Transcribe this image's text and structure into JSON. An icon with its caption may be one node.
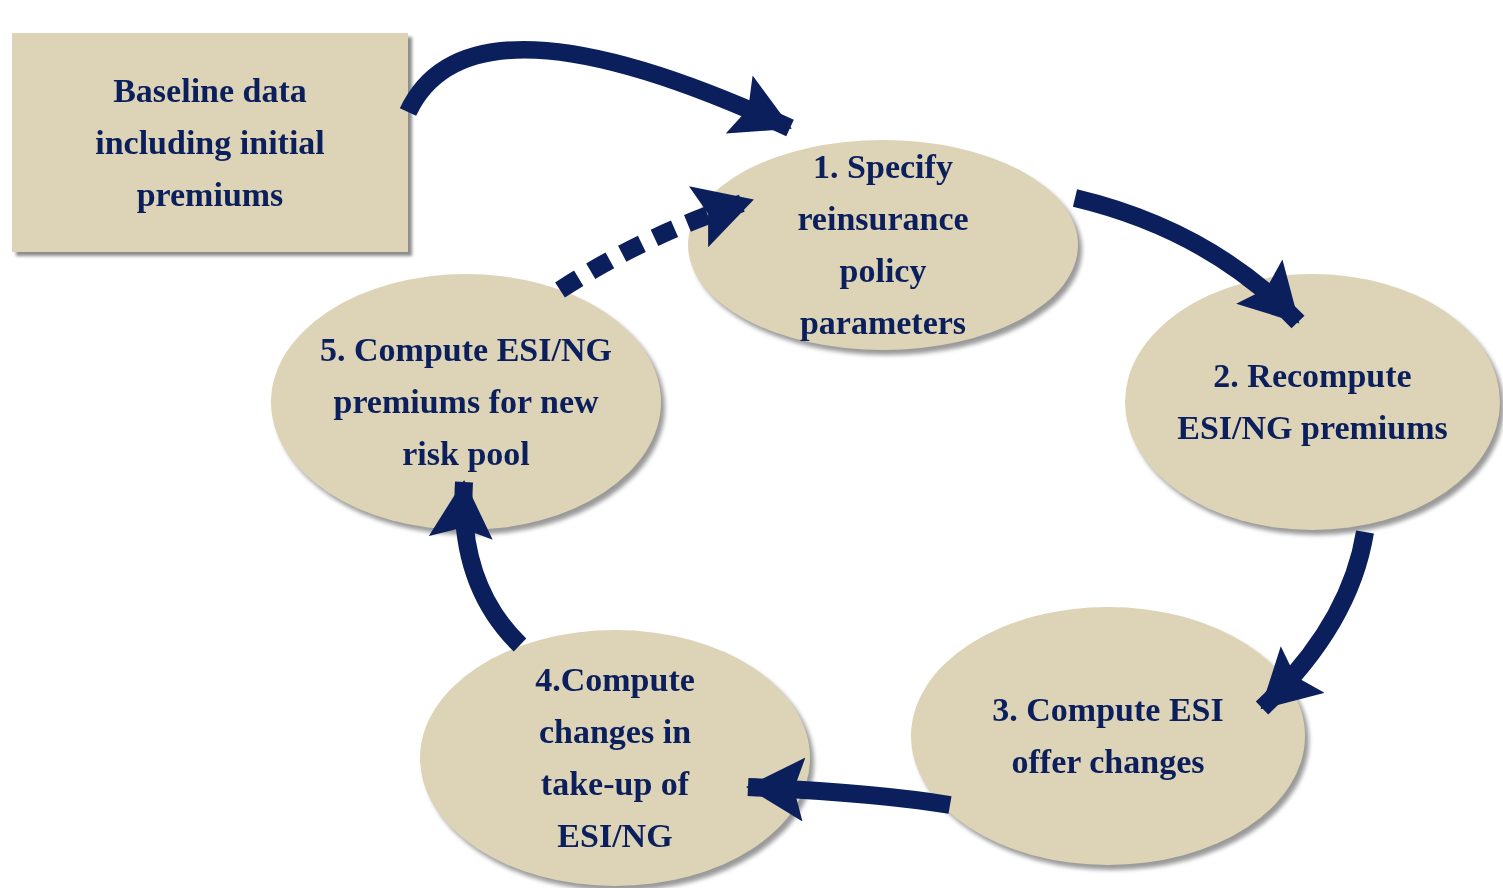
{
  "diagram": {
    "nodes": [
      {
        "text": [
          "Baseline data including initial premiums"
        ]
      },
      {
        "text": [
          "1. Specify reinsurance policy parameters"
        ]
      },
      {
        "text": [
          "2. Recompute ESI/NG premiums"
        ]
      },
      {
        "text": [
          "3. Compute ESI offer changes"
        ]
      },
      {
        "text": [
          "4.Compute changes in take-up of ESI/NG"
        ]
      },
      {
        "text": [
          "5. Compute ESI/NG premiums for new risk pool"
        ]
      }
    ],
    "edges": [
      {
        "from": 0,
        "to": 1,
        "arrow": "to"
      },
      {
        "from": 1,
        "to": 2,
        "arrow": "to"
      },
      {
        "from": 2,
        "to": 3,
        "arrow": "to"
      },
      {
        "from": 3,
        "to": 4,
        "arrow": "to"
      },
      {
        "from": 4,
        "to": 5,
        "arrow": "to"
      },
      {
        "from": 5,
        "to": 1,
        "arrow": "to",
        "style": "dashed"
      }
    ]
  }
}
